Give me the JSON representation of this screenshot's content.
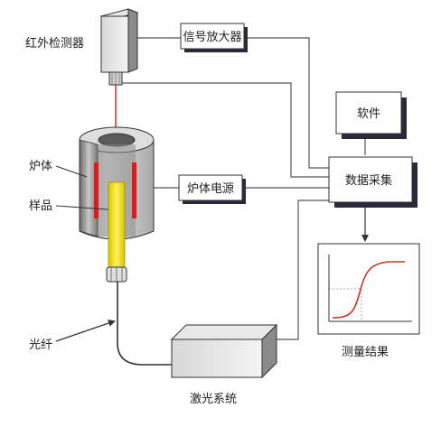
{
  "labels": {
    "ir_detector": "红外检测器",
    "furnace": "炉体",
    "sample": "样品",
    "optical_fiber": "光纤",
    "laser_system": "激光系统",
    "measurement_result": "测量结果"
  },
  "boxes": {
    "signal_amplifier": "信号放大器",
    "furnace_power": "炉体电源",
    "software": "软件",
    "data_acquisition": "数据采集"
  },
  "colors": {
    "line": "#555555",
    "laser_beam": "#cc2222",
    "heater": "#cc2222",
    "sample": "#f0e020",
    "curve": "#c0392b",
    "box_shadow": "#2a2a3a"
  }
}
